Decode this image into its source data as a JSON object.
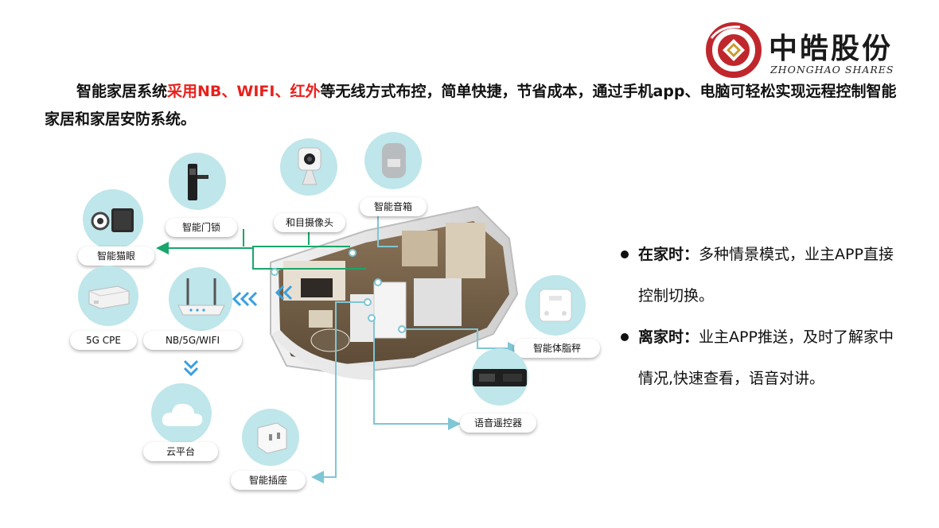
{
  "logo": {
    "cn": "中皓股份",
    "en": "ZHONGHAO SHARES",
    "colors": {
      "red": "#c0272d",
      "gold": "#c99a2e"
    }
  },
  "intro": {
    "part1": "智能家居系统",
    "highlight": "采用NB、WIFI、红外",
    "part2": "等无线方式布控，简单快捷，节省成本，通过手机app、电脑可轻松实现远程控制智能家居和家居安防系统。"
  },
  "devices": {
    "maoyan": "智能猫眼",
    "menshuo": "智能门锁",
    "camera": "和目摄像头",
    "speaker": "智能音箱",
    "cpe": "5G CPE",
    "router": "NB/5G/WIFI",
    "cloud": "云平台",
    "socket": "智能插座",
    "scale": "智能体脂秤",
    "remote": "语音遥控器"
  },
  "bullets": [
    {
      "bold": "在家时",
      "colon": "：",
      "text": "多种情景模式，业主APP直接控制切换。"
    },
    {
      "bold": "离家时",
      "colon": "：",
      "text": "业主APP推送，及时了解家中情况,快速查看，语音对讲。"
    }
  ],
  "colors": {
    "accent_red": "#e8211d",
    "teal": "#bfe6ea",
    "link_green": "#1aa66a",
    "link_blue": "#7fc6d6",
    "arrow_blue": "#3aa0e0"
  }
}
